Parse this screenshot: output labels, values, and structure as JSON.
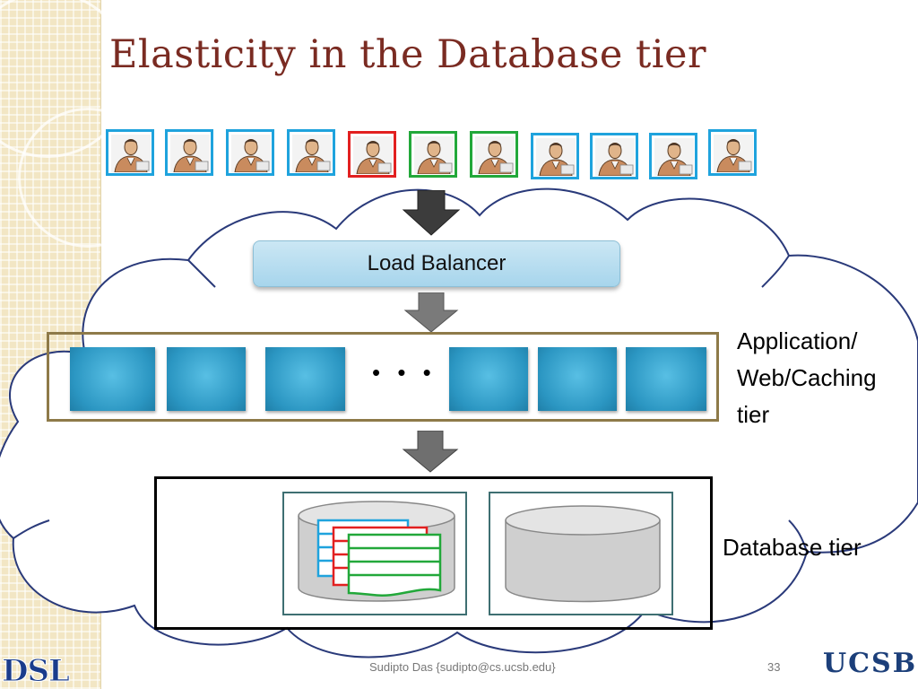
{
  "title": "Elasticity in the Database tier",
  "load_balancer": "Load Balancer",
  "ellipsis": "• • •",
  "app_tier_label": [
    "Application/",
    "Web/Caching",
    "tier"
  ],
  "db_tier_label": "Database tier",
  "footer": {
    "author": "Sudipto Das {sudipto@cs.ucsb.edu}",
    "page": "33"
  },
  "logos": {
    "left": "DSL",
    "right": "UCSB"
  },
  "user_icons": [
    "blue",
    "blue",
    "blue",
    "blue",
    "red",
    "green",
    "green",
    "blue",
    "blue",
    "blue",
    "blue"
  ],
  "colors": {
    "title": "#7a2b22",
    "user_blue": "#1fa3dd",
    "user_red": "#e22020",
    "user_green": "#22a83a",
    "server": "#2b96c2",
    "app_frame": "#8e7a49",
    "cloud_outline": "#2a3a7a"
  }
}
